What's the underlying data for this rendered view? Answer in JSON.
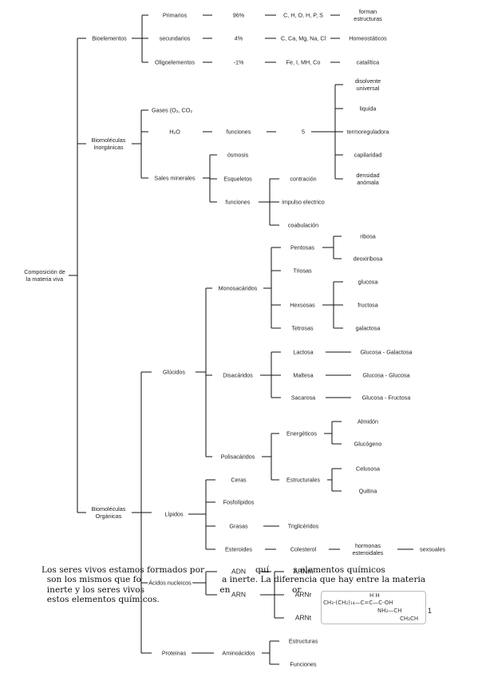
{
  "root": {
    "label": "Composición de\nla materia viva"
  },
  "bioelementos": {
    "label": "Bioelementos",
    "rows": [
      {
        "name": "Primarios",
        "pct": "96%",
        "elements": "C, H, O, H, P, S",
        "role": "forman\nestructuras"
      },
      {
        "name": "secundarios",
        "pct": "4%",
        "elements": "C, Ca, Mg, Na, Cl",
        "role": "Homeostáticos"
      },
      {
        "name": "Oligoelementos",
        "pct": "-1%",
        "elements": "Fe, I, MH, Co",
        "role": "catalítica"
      }
    ]
  },
  "inorganicas": {
    "label": "Biomoléculas\nInorgánicas",
    "gases": "Gases (O₂, CO₂",
    "h2o": "H₂O",
    "funciones": "funciones",
    "five": "5",
    "water_props": [
      "disolvente\nuniversal",
      "liquida",
      "termoreguladora",
      "capilaridad",
      "densidad\nanómala"
    ],
    "sales": "Sales minerales",
    "sales_children": [
      "ósmosis",
      "Esqueletos",
      "funciones"
    ],
    "sales_func": [
      "contración",
      "impulso electrico",
      "coabulación"
    ]
  },
  "organicas": {
    "label": "Biomoléculas\nOrgánicas",
    "glucidos": {
      "label": "Glúcidos",
      "mono": "Monosacáridos",
      "mono_items": [
        "Pentosas",
        "Triosas",
        "Hexsosas",
        "Tetrosas"
      ],
      "pentosas": [
        "ribosa",
        "deoxiribosa"
      ],
      "hexosas": [
        "glucosa",
        "fructosa",
        "galactosa"
      ],
      "di": "Disacáridos",
      "di_items": [
        {
          "name": "Lactosa",
          "parts": "Glucosa - Galactosa"
        },
        {
          "name": "Maltesa",
          "parts": "Glucosa - Glucosa"
        },
        {
          "name": "Sacarosa",
          "parts": "Glucosa - Fructosa"
        }
      ],
      "poli": "Polisacáridos",
      "energeticos": "Energéticos",
      "energeticos_items": [
        "Almidón",
        "Glucógeno"
      ],
      "estructurales": "Estructurales",
      "estructurales_items": [
        "Celusosa",
        "Quitina"
      ]
    },
    "lipidos": {
      "label": "Lípidos",
      "items": [
        "Ceras",
        "Fosfolípidos",
        "Grasas",
        "Esteroides"
      ],
      "grasas_child": "Triglicéridos",
      "esteroides_child": "Colesterol",
      "hormonas": "hormonas\nesteroidales",
      "sexuales": "sexsuales"
    },
    "acidos": {
      "label": "Ácidos nucleicos",
      "adn": "ADN",
      "arn": "ARN",
      "arn_types": [
        "ARNm",
        "ARNr",
        "ARNt"
      ]
    },
    "proteinas": {
      "label": "Proteinas",
      "aminoacidos": "Aminoácidos",
      "children": [
        "Estructuras",
        "Funciones"
      ]
    }
  },
  "overlay_text": "Los seres vivos estamos formados por                   quí         s elementos químicos\n  son los mismos que fo                              a inerte. La diferencia que hay entre la materia\n  inerte y los seres vivos                            en                       or\n  estos elementos químicos.",
  "formula": {
    "chain": "CH₃-(CH₂)₁₄—C=C—C-OH",
    "h_marks": "H      H",
    "amine": "NH₂—CH",
    "tail": "CH₂CH"
  },
  "page_number": "1"
}
